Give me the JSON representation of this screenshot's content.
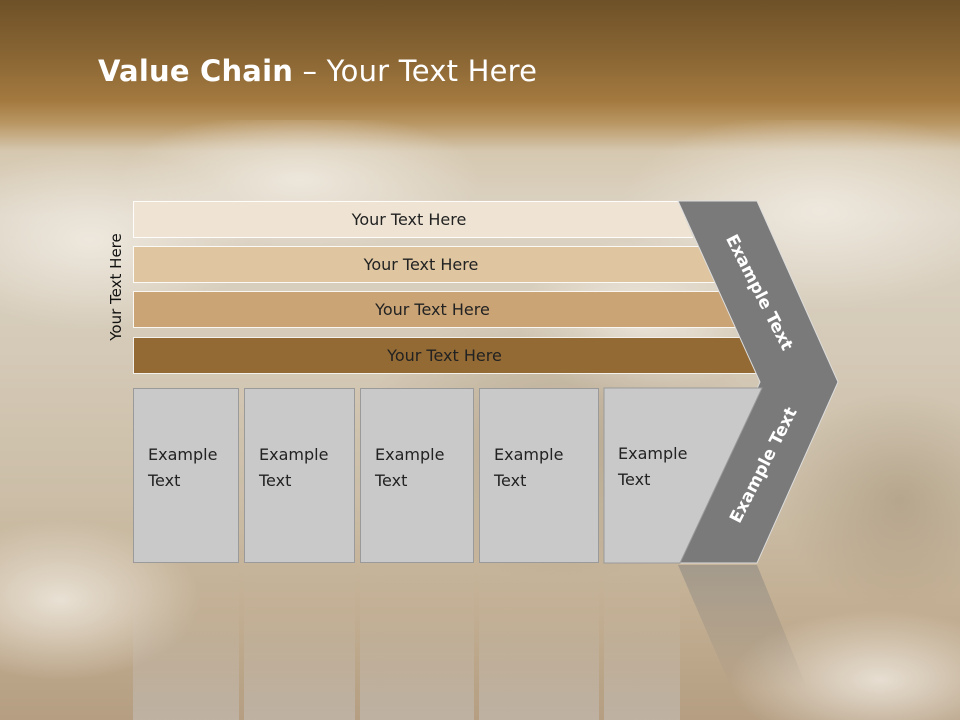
{
  "slide": {
    "title_bold": "Value Chain",
    "title_rest": " – Your Text Here",
    "side_label": "Your Text Here",
    "bands": [
      {
        "label": "Your Text Here",
        "color": "#efe4d4"
      },
      {
        "label": "Your Text Here",
        "color": "#dfc6a1"
      },
      {
        "label": "Your Text Here",
        "color": "#caa475"
      },
      {
        "label": "Your Text Here",
        "color": "#936a34"
      }
    ],
    "boxes": [
      {
        "line1": "Example",
        "line2": "Text"
      },
      {
        "line1": "Example",
        "line2": "Text"
      },
      {
        "line1": "Example",
        "line2": "Text"
      },
      {
        "line1": "Example",
        "line2": "Text"
      },
      {
        "line1": "Example",
        "line2": "Text"
      }
    ],
    "arrow_upper_text": "Example Text",
    "arrow_lower_text": "Example Text",
    "arrow_color": "#7a7a7a"
  }
}
